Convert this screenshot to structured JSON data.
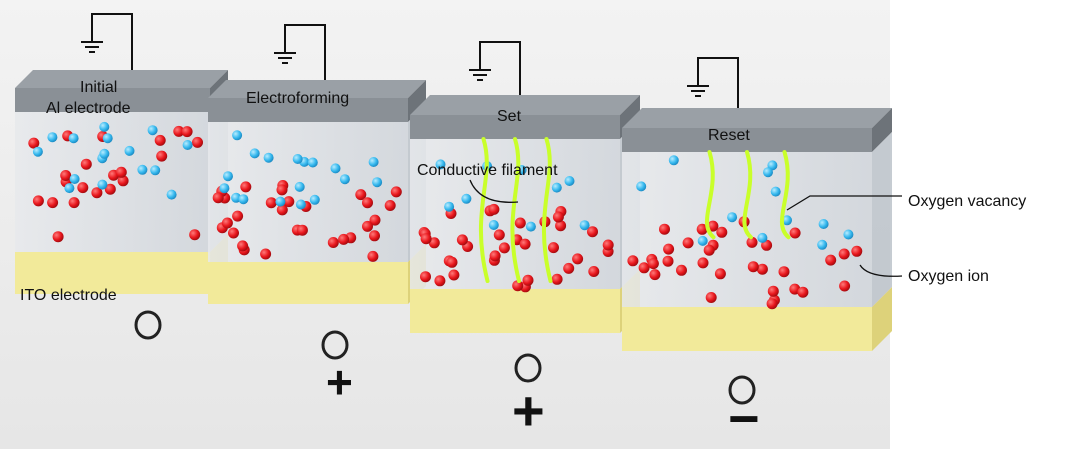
{
  "cells": [
    {
      "title_line1": "Initial",
      "title_line2": "Al electrode",
      "bottom_label": "ITO electrode",
      "bias_circle": "O",
      "bias_sign": ""
    },
    {
      "title_line1": "Electroforming",
      "bias_circle": "O",
      "bias_sign": "+"
    },
    {
      "title_line1": "Set",
      "annotation": "Conductive filament",
      "bias_circle": "O",
      "bias_sign": "+"
    },
    {
      "title_line1": "Reset",
      "bias_circle": "O",
      "bias_sign": "−"
    }
  ],
  "legend": {
    "oxygen_vacancy": "Oxygen vacancy",
    "oxygen_ion": "Oxygen ion"
  },
  "colors": {
    "electrode_top": "#8a9096",
    "electrode_side": "#6d7379",
    "ito": "#f2ea9a",
    "oxide": "#d7dbe0",
    "oxygen_ion": "#e8161c",
    "oxygen_vacancy": "#35b8ee",
    "filament": "#c9ff2a",
    "background_shadow": "#e4e4e4"
  }
}
